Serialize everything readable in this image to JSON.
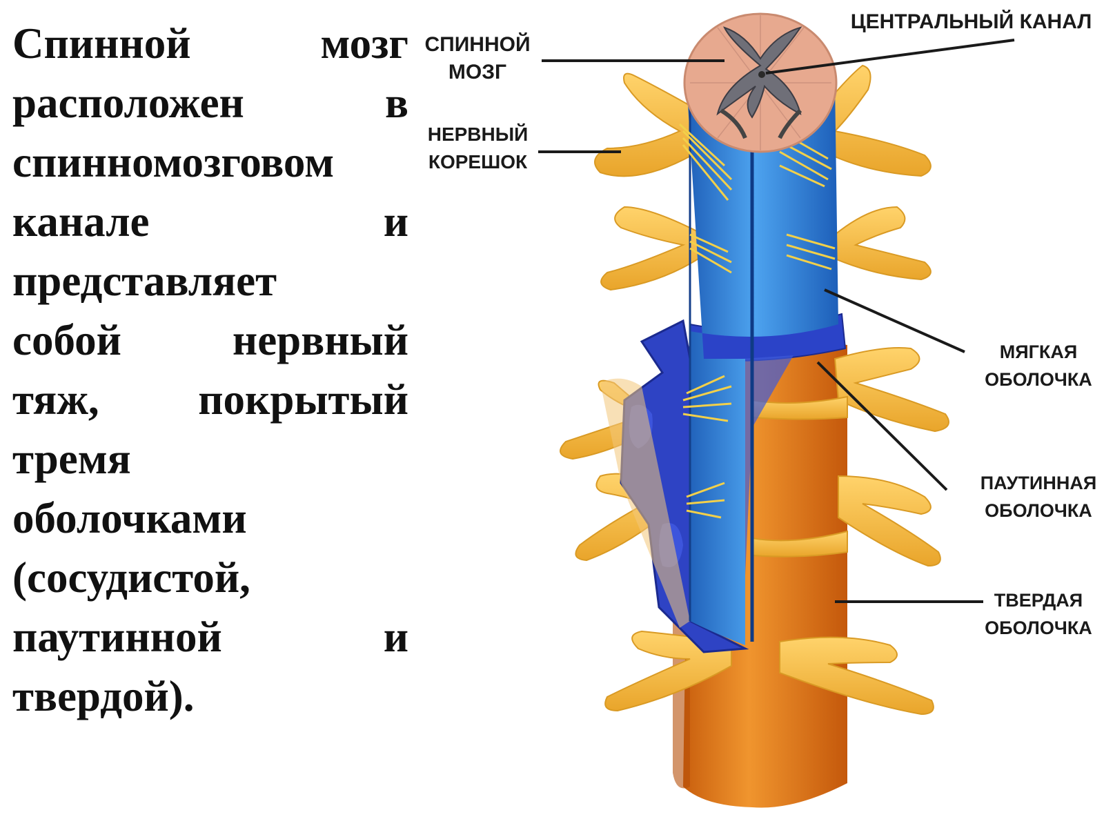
{
  "text_lines": [
    {
      "words": [
        "Спинной",
        "мозг"
      ],
      "justify": true
    },
    {
      "words": [
        "расположен",
        "в"
      ],
      "justify": true
    },
    {
      "words": [
        "спинномозговом"
      ],
      "justify": false
    },
    {
      "words": [
        "канале",
        "и"
      ],
      "justify": true
    },
    {
      "words": [
        "представляет"
      ],
      "justify": false
    },
    {
      "words": [
        "собой",
        "нервный"
      ],
      "justify": true
    },
    {
      "words": [
        "тяж,",
        "покрытый"
      ],
      "justify": true
    },
    {
      "words": [
        "тремя"
      ],
      "justify": false
    },
    {
      "words": [
        "оболочками"
      ],
      "justify": false
    },
    {
      "words": [
        "(сосудистой,"
      ],
      "justify": false
    },
    {
      "words": [
        "паутинной",
        "и"
      ],
      "justify": true
    },
    {
      "words": [
        "твердой)."
      ],
      "justify": false
    }
  ],
  "labels": {
    "spinal_cord": [
      "СПИННОЙ",
      "МОЗГ"
    ],
    "nerve_root": [
      "НЕРВНЫЙ",
      "КОРЕШОК"
    ],
    "central_canal": [
      "ЦЕНТРАЛЬНЫЙ КАНАЛ"
    ],
    "pia": [
      "МЯГКАЯ",
      "ОБОЛОЧКА"
    ],
    "arachnoid": [
      "ПАУТИННАЯ",
      "ОБОЛОЧКА"
    ],
    "dura": [
      "ТВЕРДАЯ",
      "ОБОЛОЧКА"
    ]
  },
  "colors": {
    "cord_blue": "#2f7fd6",
    "pia_blue": "#2b43c8",
    "dura_orange": "#e07a1c",
    "nerve_yellow": "#f2b83a",
    "section_pink": "#e7a98f",
    "grey_matter": "#6f6f78"
  }
}
